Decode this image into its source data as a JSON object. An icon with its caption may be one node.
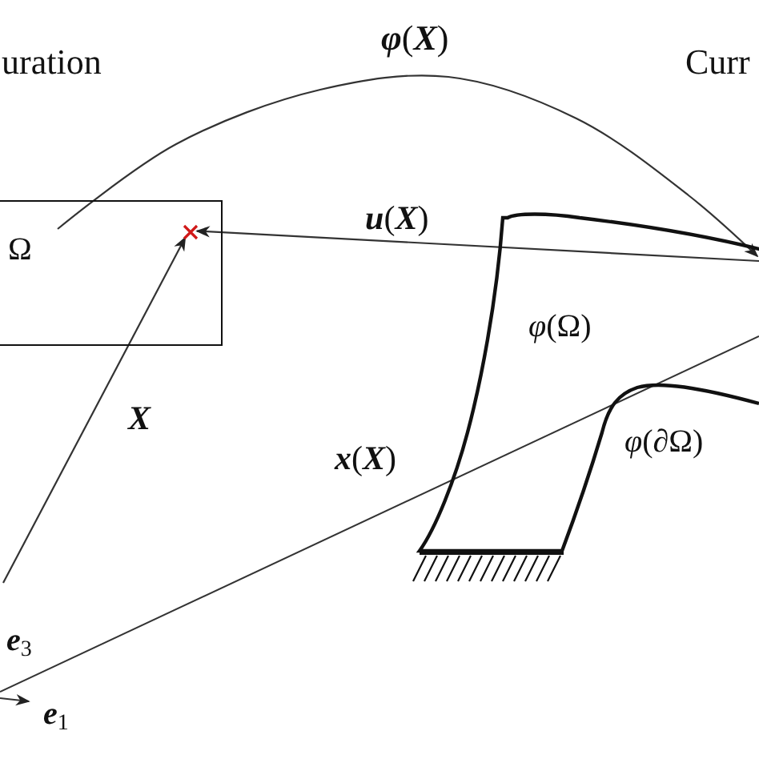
{
  "diagram": {
    "nodes": [
      {
        "text": [
          "Ω"
        ]
      },
      {
        "text": [],
        "shape": "cross",
        "in": 0
      },
      {
        "text": [
          "*φ*(Ω)",
          "*φ*(∂Ω)"
        ]
      }
    ],
    "edges": [
      {
        "from": 0,
        "to": 2,
        "arrow": "to",
        "label": "**φ**(**X**)"
      },
      {
        "from": 2,
        "to": 1,
        "arrow": "to",
        "label": "**u**(**X**)"
      },
      {
        "from": null,
        "to": 1,
        "arrow": "to",
        "label": "X"
      }
    ],
    "labels": [
      "uration",
      "Curr",
      "**x**(**X**)",
      "**e**$_{3}$",
      "**e**$_{1}$"
    ]
  }
}
